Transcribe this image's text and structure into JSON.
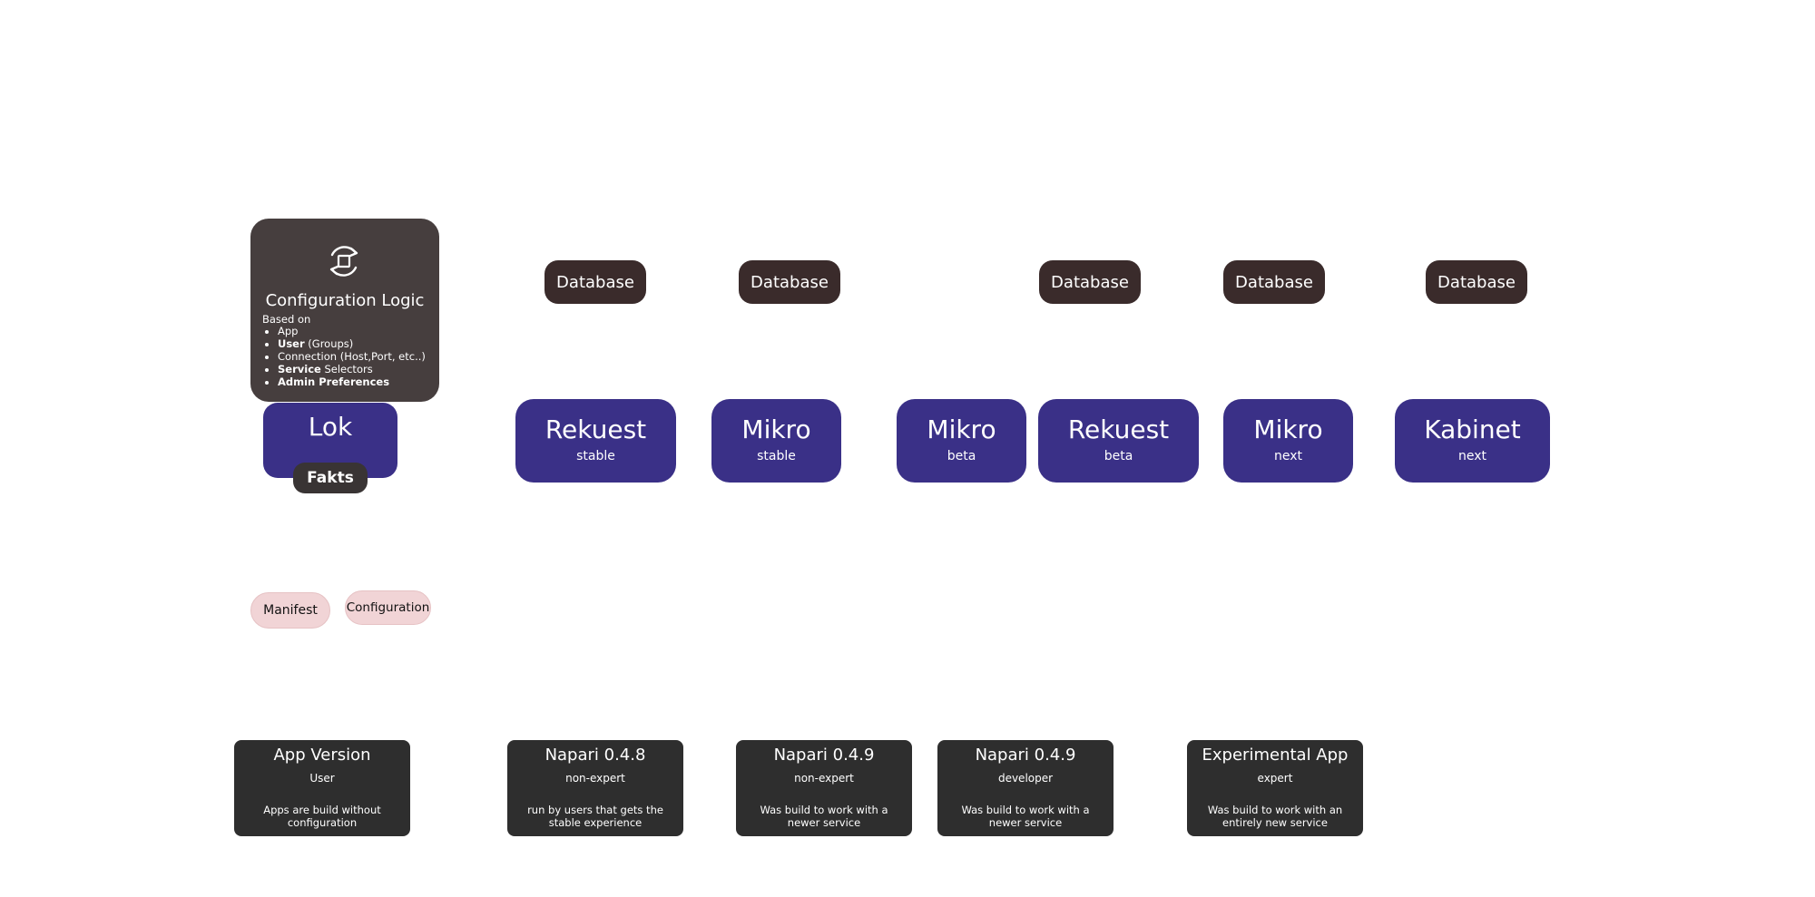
{
  "config_logic": {
    "title": "Configuration Logic",
    "icon": "sync-refresh-icon",
    "based_on": "Based on",
    "items": [
      {
        "bold": "",
        "text": "App"
      },
      {
        "bold": "User",
        "text": " (Groups)"
      },
      {
        "bold": "",
        "text": "Connection (Host,Port, etc..)"
      },
      {
        "bold": "Service",
        "text": " Selectors"
      },
      {
        "bold": "Admin Preferences",
        "text": ""
      }
    ]
  },
  "lok": {
    "name": "Lok",
    "badge": "Fakts"
  },
  "databases": [
    "Database",
    "Database",
    "Database",
    "Database",
    "Database"
  ],
  "services": [
    {
      "name": "Rekuest",
      "channel": "stable"
    },
    {
      "name": "Mikro",
      "channel": "stable"
    },
    {
      "name": "Mikro",
      "channel": "beta"
    },
    {
      "name": "Rekuest",
      "channel": "beta"
    },
    {
      "name": "Mikro",
      "channel": "next"
    },
    {
      "name": "Kabinet",
      "channel": "next"
    }
  ],
  "pills": {
    "manifest": "Manifest",
    "configuration": "Configuration"
  },
  "apps": [
    {
      "title": "App Version",
      "role": "User",
      "desc": "Apps are build without configuration"
    },
    {
      "title": "Napari 0.4.8",
      "role": "non-expert",
      "desc": "run by users that gets the stable experience"
    },
    {
      "title": "Napari 0.4.9",
      "role": "non-expert",
      "desc": "Was build to work with a newer service"
    },
    {
      "title": "Napari 0.4.9",
      "role": "developer",
      "desc": "Was build to work with a newer service"
    },
    {
      "title": "Experimental App",
      "role": "expert",
      "desc": "Was build to work with an entirely new service"
    }
  ],
  "colors": {
    "service": "#3a3087",
    "database": "#3a2b2b",
    "config": "#463e3e",
    "app": "#2e2e2e",
    "pill": "#f1d4d6"
  }
}
